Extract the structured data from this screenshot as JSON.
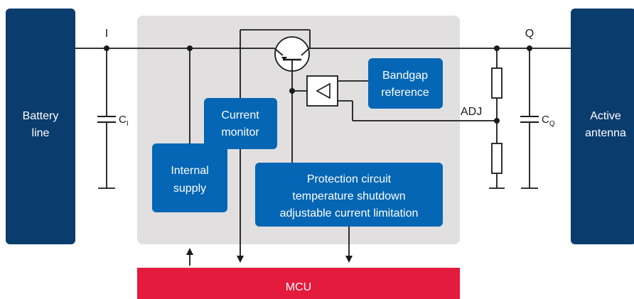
{
  "left_block": {
    "line1": "Battery",
    "line2": "line"
  },
  "right_block": {
    "line1": "Active",
    "line2": "antenna"
  },
  "nodes": {
    "input": "I",
    "output": "Q",
    "adjust": "ADJ"
  },
  "capacitors": {
    "input": {
      "main": "C",
      "sub": "I"
    },
    "output": {
      "main": "C",
      "sub": "Q"
    }
  },
  "blocks": {
    "bandgap": {
      "line1": "Bandgap",
      "line2": "reference"
    },
    "current_monitor": {
      "line1": "Current",
      "line2": "monitor"
    },
    "internal_supply": {
      "line1": "Internal",
      "line2": "supply"
    },
    "protection": {
      "line1": "Protection circuit",
      "line2": "temperature shutdown",
      "line3": "adjustable current limitation"
    },
    "mcu": {
      "label": "MCU"
    }
  },
  "colors": {
    "navy": "#0b3c6e",
    "blue": "#0466b4",
    "chip_gray": "#e1dfdf",
    "mcu_red": "#e31b3d",
    "wire": "#1a1a1a"
  }
}
